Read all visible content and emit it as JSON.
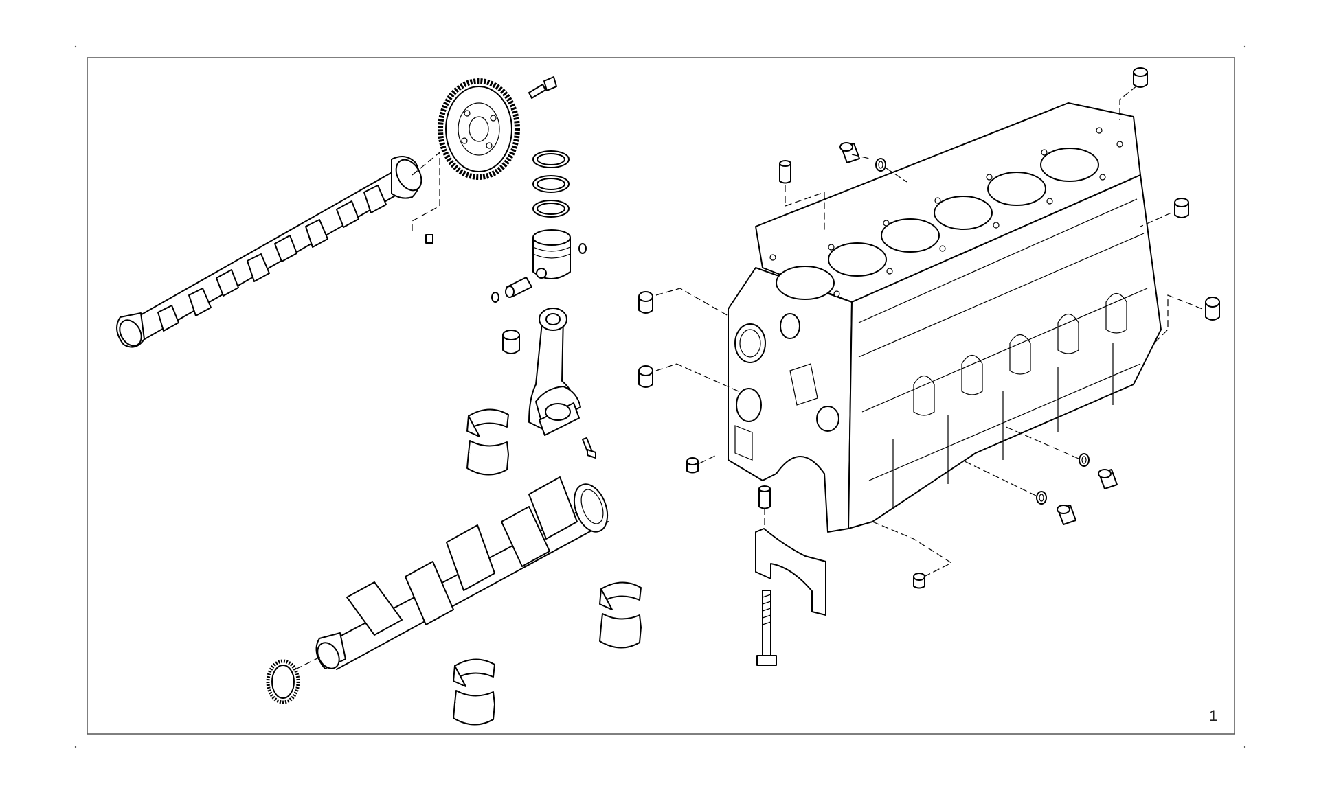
{
  "figure": {
    "number_label": "1",
    "colors": {
      "line": "#000000",
      "frame": "#555555",
      "background": "#ffffff"
    },
    "components": [
      "camshaft",
      "camshaft-gear",
      "gear-bolt",
      "piston-rings",
      "piston",
      "piston-pin",
      "pin-circlip",
      "connecting-rod",
      "conrod-bushing",
      "conrod-bolt",
      "conrod-bearing-shells",
      "crankshaft",
      "crankshaft-seal-ring",
      "main-bearing-shells",
      "engine-block",
      "main-bearing-cap",
      "cap-bolt",
      "dowel-pin",
      "expansion-plugs",
      "threaded-plugs",
      "sealing-washers"
    ]
  }
}
